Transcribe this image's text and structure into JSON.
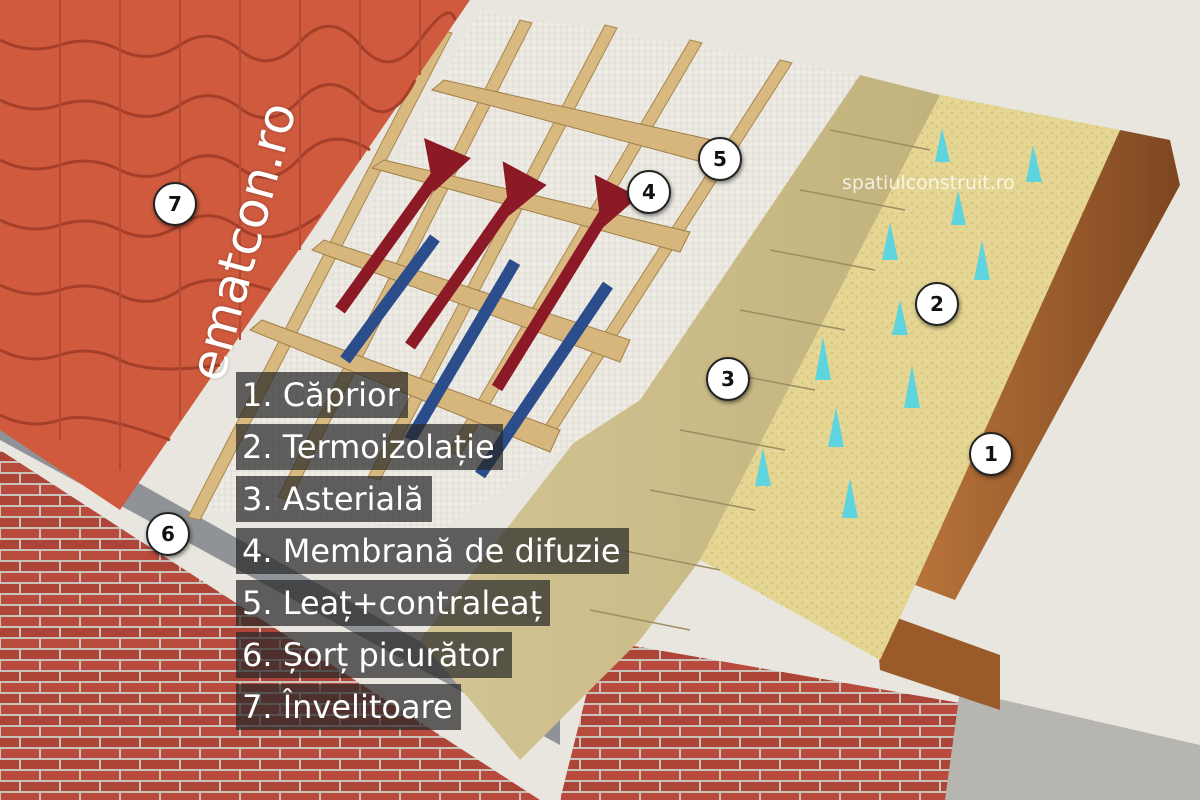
{
  "watermarks": {
    "main": "ematcon.ro",
    "corner": "spatiulconstruit.ro"
  },
  "legend": [
    "1. Căprior",
    "2. Termoizolație",
    "3. Asterială",
    "4. Membrană de difuzie",
    "5. Leaț+contraleaț",
    "6. Șorț picurător",
    "7. Învelitoare"
  ],
  "markers": [
    "1",
    "2",
    "3",
    "4",
    "5",
    "6",
    "7"
  ],
  "colors": {
    "tile": "#cf5a3e",
    "brick": "#b84a3e",
    "membrane": "#eeebe5",
    "batten": "#d6b67c",
    "decking": "#cfc08f",
    "insulation": "#e4d592",
    "rafter": "#9a5a2a",
    "warm_air_arrow": "#8c1a26",
    "cold_air_arrow": "#2b4d8c",
    "vapor_arrow": "#5ed4de"
  }
}
